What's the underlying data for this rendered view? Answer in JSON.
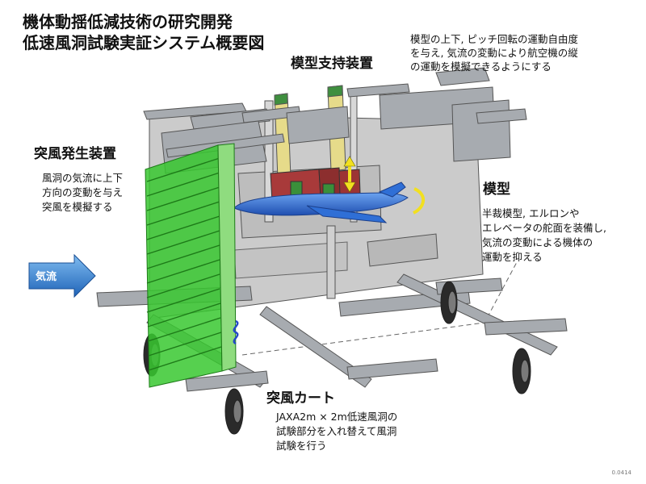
{
  "title": [
    "機体動揺低減技術の研究開発",
    "低速風洞試験実証システム概要図"
  ],
  "support": {
    "heading": "模型支持装置",
    "desc": [
      "模型の上下, ピッチ回転の運動自由度",
      "を与え, 気流の変動により航空機の縦",
      "の運動を模擬できるようにする"
    ]
  },
  "gust": {
    "heading": "突風発生装置",
    "desc": [
      "風洞の気流に上下",
      "方向の変動を与え",
      "突風を模擬する"
    ]
  },
  "model": {
    "heading": "模型",
    "desc": [
      "半裁模型, エルロンや",
      "エレベータの舵面を装備し,",
      "気流の変動による機体の",
      "運動を抑える"
    ]
  },
  "airflow": {
    "label": "気流"
  },
  "cart": {
    "heading": "突風カート",
    "desc": [
      "JAXA2m × 2m低速風洞の",
      "試験部分を入れ替えて風洞",
      "試験を行う"
    ]
  },
  "doc_code": "0.0414",
  "colors": {
    "frame": "#a7abb0",
    "frame_dark": "#6e7378",
    "panel": "#c9c9c9",
    "louver": "#38c830",
    "support": "#e6db8a",
    "model": "#2f6fd6",
    "motion_arrow": "#f2e020",
    "flow_arrow": "#2a7fd8",
    "gust_wave": "#2448c8"
  }
}
